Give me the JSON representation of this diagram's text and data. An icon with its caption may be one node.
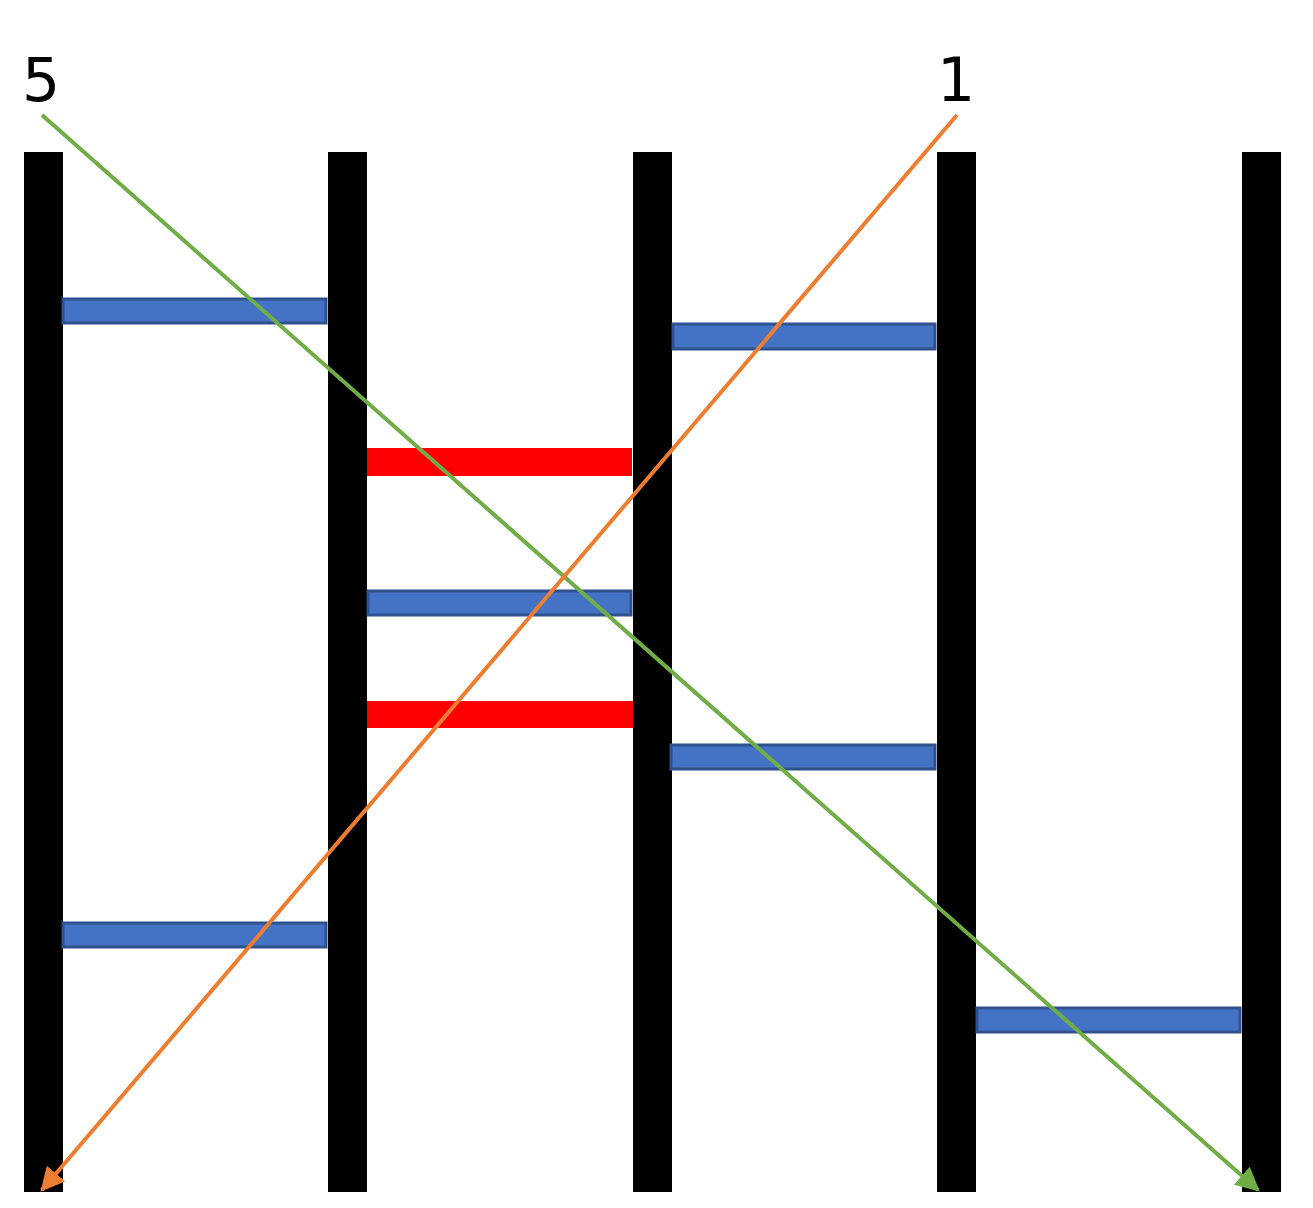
{
  "diagram": {
    "nodes": [
      {
        "text": [
          "5"
        ]
      },
      {
        "text": [
          "1"
        ]
      }
    ],
    "edges": [
      {
        "from": 0,
        "to": null,
        "arrow": "to",
        "color": "#70ad47"
      },
      {
        "from": 1,
        "to": null,
        "arrow": "to",
        "color": "#ed7d31"
      }
    ]
  }
}
